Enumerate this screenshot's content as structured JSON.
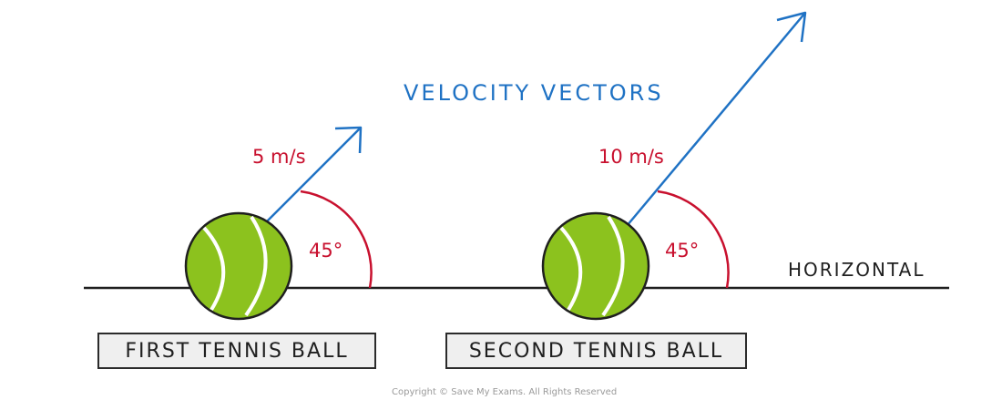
{
  "title": "VELOCITY VECTORS",
  "horizontal_label": "HORIZONTAL",
  "copyright": "Copyright © Save My Exams. All Rights Reserved",
  "balls": [
    {
      "label": "FIRST TENNIS BALL",
      "speed": "5 m/s",
      "angle": "45°"
    },
    {
      "label": "SECOND TENNIS BALL",
      "speed": "10 m/s",
      "angle": "45°"
    }
  ],
  "colors": {
    "vector": "#1f72c4",
    "angle": "#c8102e",
    "ball": "#8cc21e",
    "outline": "#1f1f1f"
  }
}
